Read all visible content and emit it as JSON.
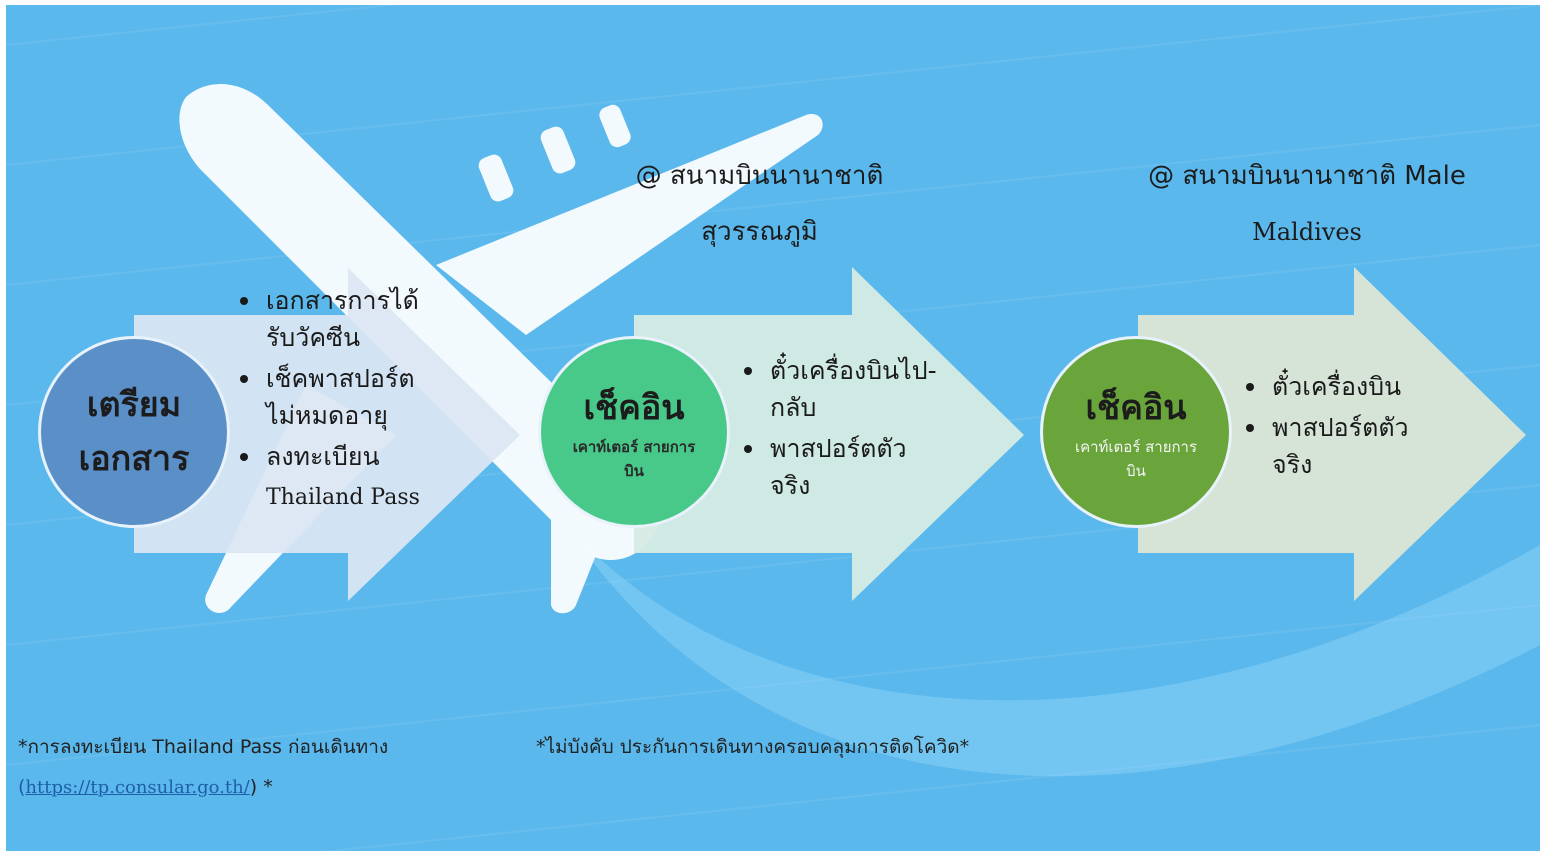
{
  "colors": {
    "background": "#5ab8ec",
    "circle_prepare": "#5b8fc8",
    "circle_checkin_1": "#48c98a",
    "circle_checkin_2": "#6aa53c",
    "arrow_1": "#dce6f3",
    "arrow_2": "#d6ebe4",
    "arrow_3": "#dde6d6"
  },
  "headings": {
    "bkk_line1": "@ สนามบินนานาชาติ",
    "bkk_line2": "สุวรรณภูมิ",
    "male_line1": "@ สนามบินนานาชาติ Male",
    "male_line2": "Maldives"
  },
  "steps": [
    {
      "title_line1": "เตรียม",
      "title_line2": "เอกสาร",
      "bullets": [
        "เอกสารการได้รับวัคซีน",
        "เช็คพาสปอร์ตไม่หมดอายุ",
        "ลงทะเบียน"
      ],
      "bullet3_sub": "Thailand Pass"
    },
    {
      "title": "เช็คอิน",
      "subtitle": "เคาท์เตอร์ สายการบิน",
      "bullets": [
        "ตั๋วเครื่องบินไป-กลับ",
        "พาสปอร์ตตัวจริง"
      ]
    },
    {
      "title": "เช็คอิน",
      "subtitle": "เคาท์เตอร์ สายการบิน",
      "bullets": [
        "ตั๋วเครื่องบิน",
        "พาสปอร์ตตัวจริง"
      ]
    }
  ],
  "notes": {
    "register_text": "*การลงทะเบียน Thailand Pass ก่อนเดินทาง",
    "register_link_open": "(",
    "register_link": "https://tp.consular.go.th/",
    "register_link_close": ") *",
    "insurance": "*ไม่บังคับ ประกันการเดินทางครอบคลุมการติดโควิด*"
  },
  "icons": {
    "background": "airplane-icon"
  }
}
